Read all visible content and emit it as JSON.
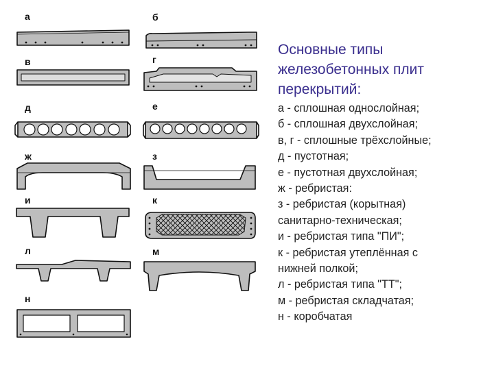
{
  "title_lines": [
    "Основные типы",
    "железобетонных плит",
    "перекрытий:"
  ],
  "legend": [
    "а - сплошная однослойная;",
    "б - сплошная двухслойная;",
    "в, г - сплошные трёхслойные;",
    "д - пустотная;",
    "е - пустотная двухслойная;",
    "ж - ребристая:",
    "з - ребристая (корытная)",
    "санитарно-техническая;",
    "и - ребристая типа \"ПИ\";",
    "к - ребристая утеплённая с",
    "нижней полкой;",
    "л - ребристая типа \"ТТ\";",
    "м - ребристая складчатая;",
    "н - коробчатая"
  ],
  "figure_labels": {
    "a": "а",
    "b": "б",
    "v": "в",
    "g": "г",
    "d": "д",
    "e": "е",
    "zh": "ж",
    "z": "з",
    "i": "и",
    "k": "к",
    "l": "л",
    "m": "м",
    "n": "н"
  },
  "colors": {
    "title": "#3a2e8e",
    "concrete": "#bdbdbd",
    "outline": "#111111"
  }
}
